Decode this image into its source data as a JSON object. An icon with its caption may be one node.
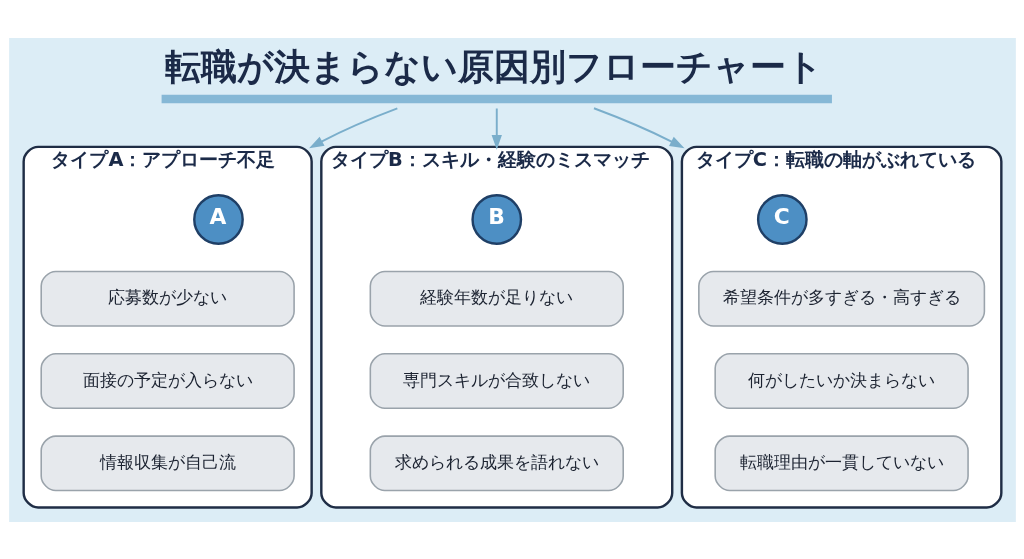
{
  "diagram": {
    "nodes": [
      {
        "text": [
          "転職が決まらない原因別フローチャート"
        ]
      },
      {
        "text": [
          "タイプA：アプローチ不足"
        ]
      },
      {
        "text": [
          "A"
        ],
        "in": 1
      },
      {
        "text": [
          "応募数が少ない"
        ],
        "in": 1
      },
      {
        "text": [
          "面接の予定が入らない"
        ],
        "in": 1
      },
      {
        "text": [
          "情報収集が自己流"
        ],
        "in": 1
      },
      {
        "text": [
          "タイプB：スキル・経験のミスマッチ"
        ]
      },
      {
        "text": [
          "B"
        ],
        "in": 6
      },
      {
        "text": [
          "経験年数が足りない"
        ],
        "in": 6
      },
      {
        "text": [
          "専門スキルが合致しない"
        ],
        "in": 6
      },
      {
        "text": [
          "求められる成果を語れない"
        ],
        "in": 6
      },
      {
        "text": [
          "タイプC：転職の軸がぶれている"
        ]
      },
      {
        "text": [
          "C"
        ],
        "in": 11
      },
      {
        "text": [
          "希望条件が多すぎる・高すぎる"
        ],
        "in": 11
      },
      {
        "text": [
          "何がしたいか決まらない"
        ],
        "in": 11
      },
      {
        "text": [
          "転職理由が一貫していない"
        ],
        "in": 11
      }
    ],
    "edges": [
      {
        "from": 0,
        "to": 1,
        "arrow": "to"
      },
      {
        "from": 0,
        "to": 6,
        "arrow": "to"
      },
      {
        "from": 0,
        "to": 11,
        "arrow": "to"
      }
    ]
  }
}
